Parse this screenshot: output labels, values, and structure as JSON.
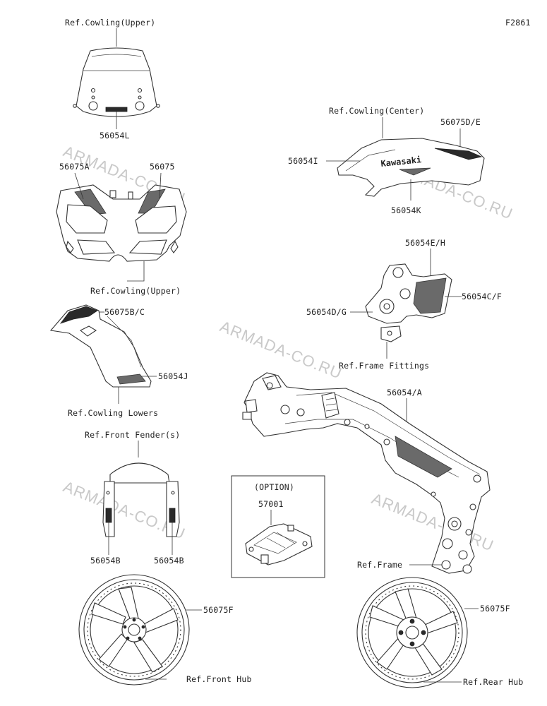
{
  "figure_code": "F2861",
  "watermark": "ARMADA-CO.RU",
  "labels": {
    "ref_cowling_upper_top": "Ref.Cowling(Upper)",
    "p56054L": "56054L",
    "p56075A": "56075A",
    "p56075": "56075",
    "ref_cowling_upper_mid": "Ref.Cowling(Upper)",
    "p56075BC": "56075B/C",
    "p56054J": "56054J",
    "ref_cowling_lowers": "Ref.Cowling Lowers",
    "ref_front_fenders": "Ref.Front Fender(s)",
    "p56054B_left": "56054B",
    "p56054B_right": "56054B",
    "p56075F_front": "56075F",
    "ref_front_hub": "Ref.Front Hub",
    "ref_cowling_center": "Ref.Cowling(Center)",
    "p56075DE": "56075D/E",
    "p56054I": "56054I",
    "p56054K": "56054K",
    "p56054EH": "56054E/H",
    "p56054DG": "56054D/G",
    "p56054CF": "56054C/F",
    "ref_frame_fittings": "Ref.Frame Fittings",
    "p56054A": "56054/A",
    "option_title": "(OPTION)",
    "p57001": "57001",
    "ref_frame": "Ref.Frame",
    "p56075F_rear": "56075F",
    "ref_rear_hub": "Ref.Rear Hub"
  },
  "decal_text": {
    "brand": "Kawasaki"
  }
}
